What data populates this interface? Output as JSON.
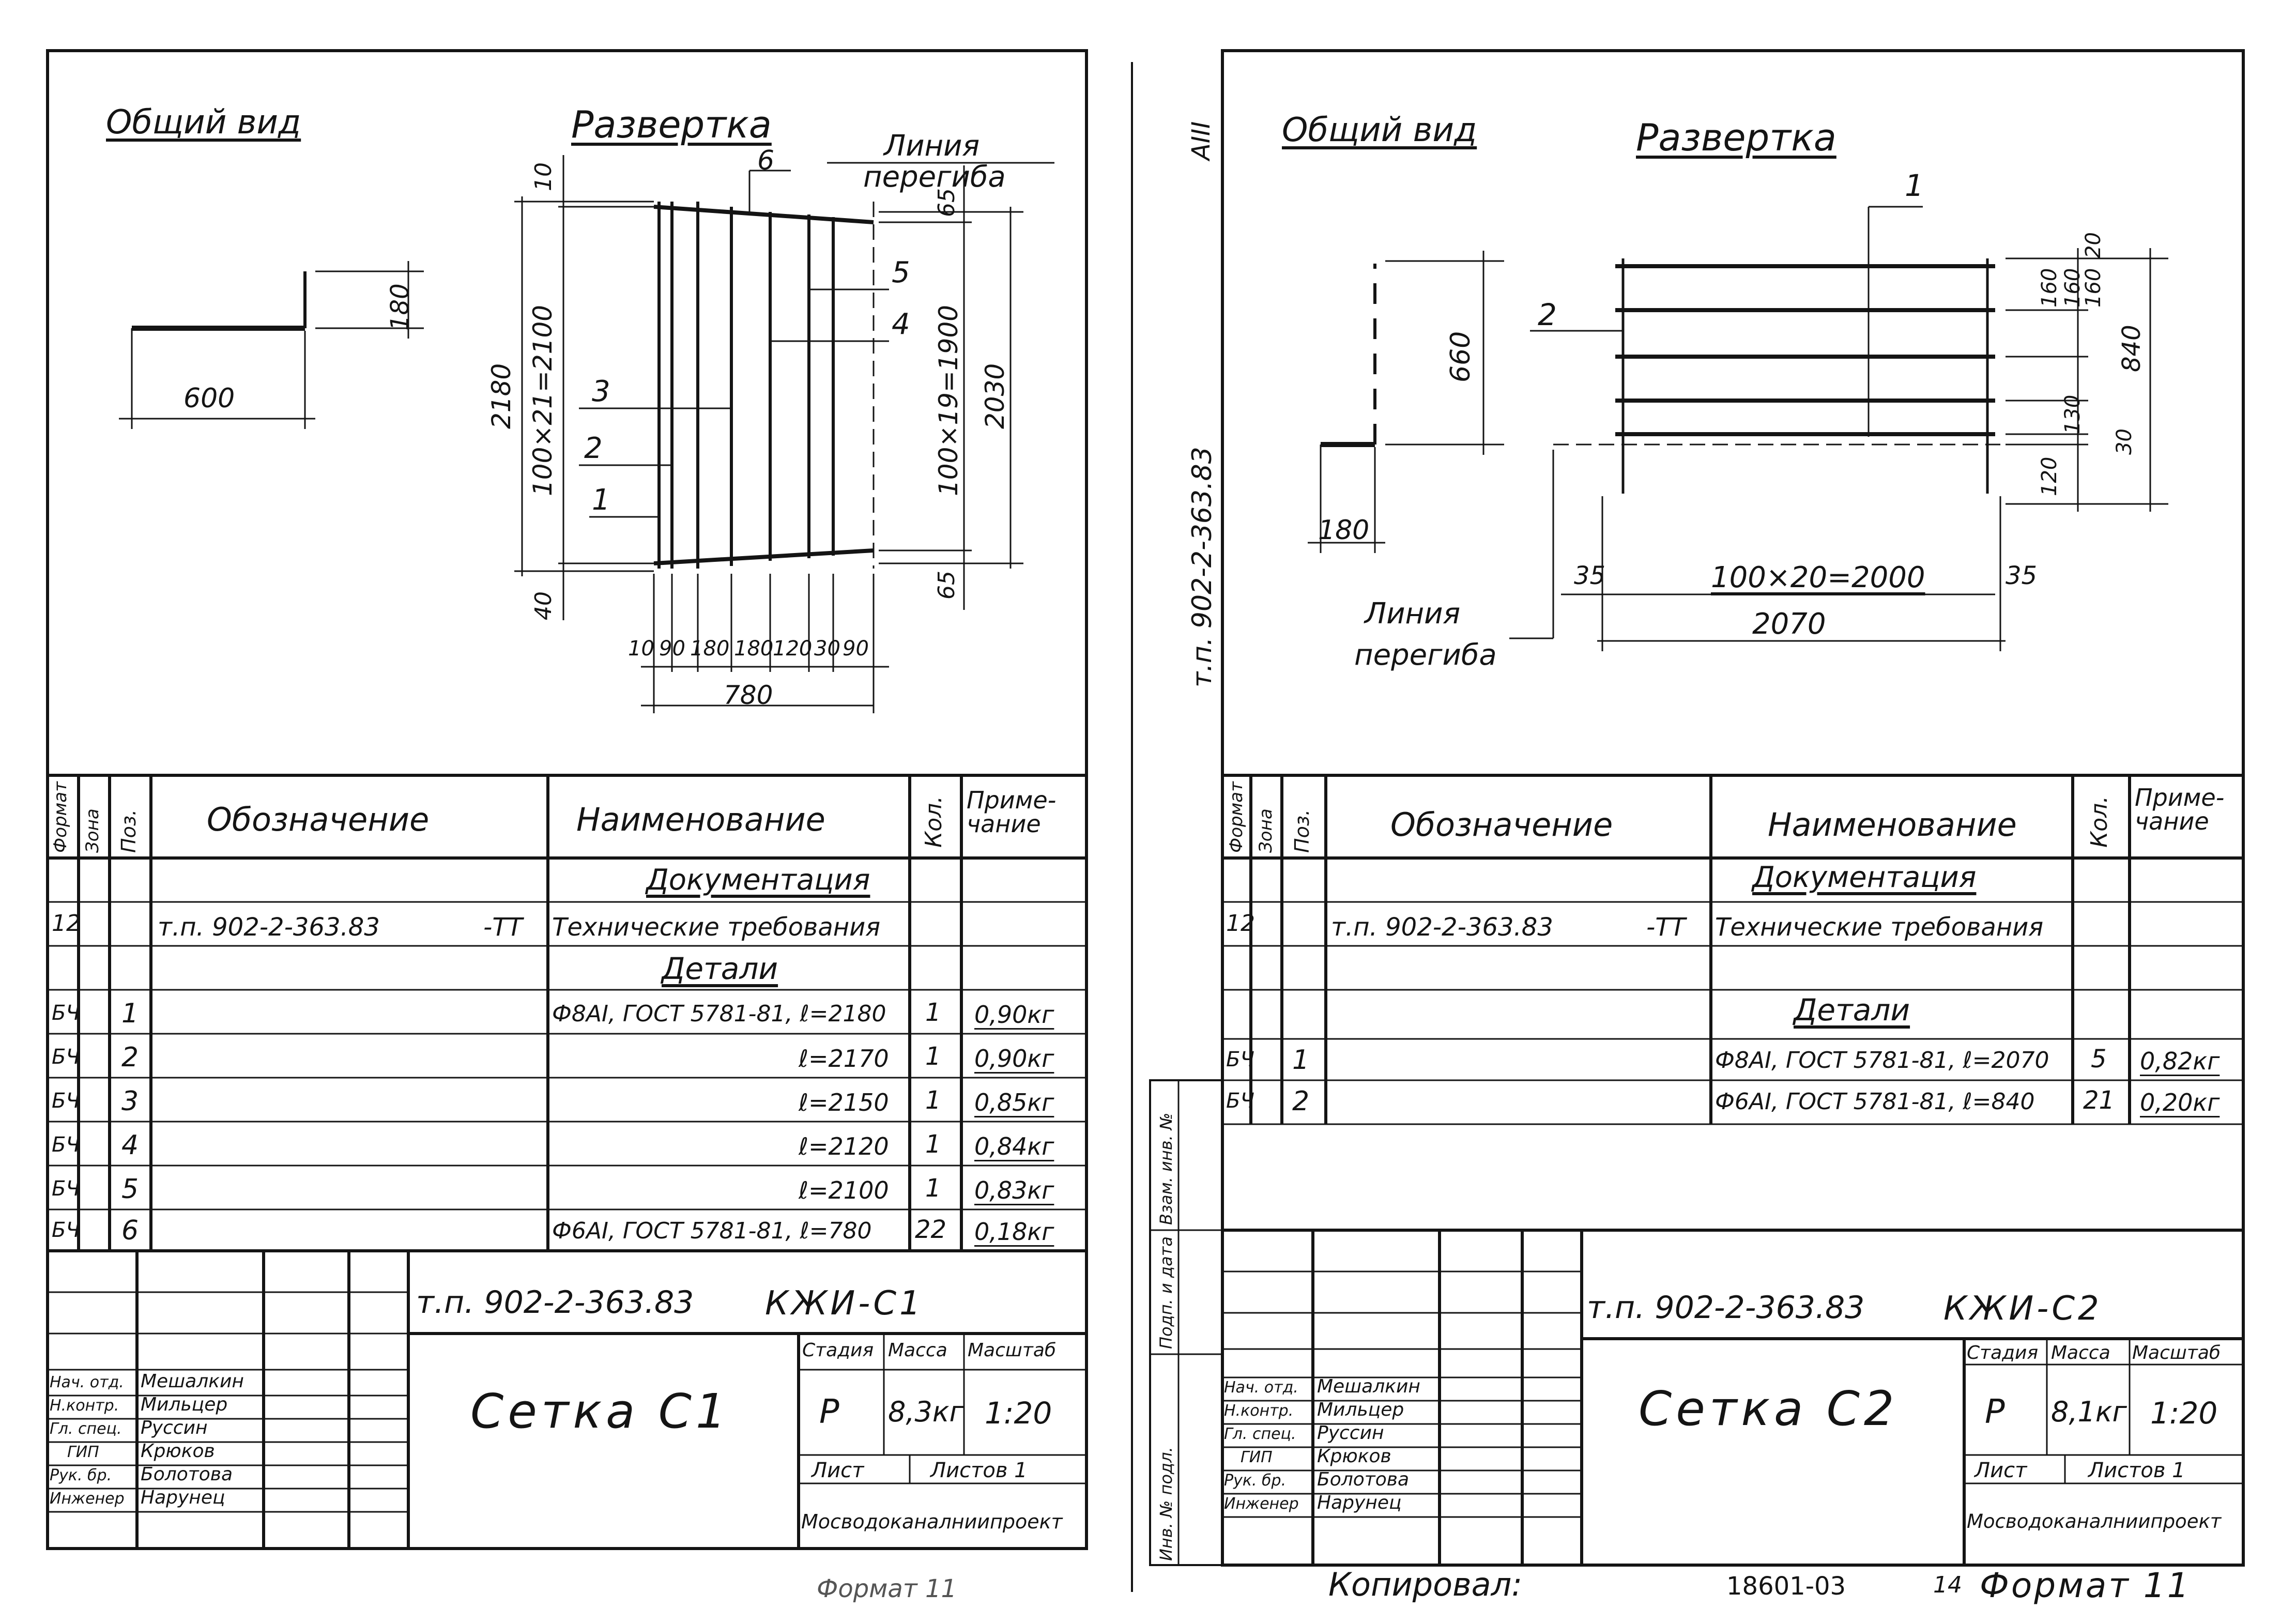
{
  "common": {
    "general_view": "Общий вид",
    "development": "Развертка",
    "bend_line_1": "Линия",
    "bend_line_2": "перегиба",
    "table_headers": {
      "format": "Формат",
      "zone": "Зона",
      "pos": "Поз.",
      "designation": "Обозначение",
      "name": "Наименование",
      "qty": "Кол.",
      "note": "Приме-чание"
    },
    "section_docs": "Документация",
    "section_details": "Детали",
    "title_roles": [
      "Нач. отд.",
      "Н.контр.",
      "Гл. спец.",
      "ГИП",
      "Рук. бр.",
      "Инженер"
    ],
    "title_names": [
      "Мешалкин",
      "Мильцер",
      "Руссин",
      "Крюков",
      "Болотова",
      "Нарунец"
    ],
    "stage_label": "Стадия",
    "mass_label": "Масса",
    "scale_label": "Масштаб",
    "sheet_label": "Лист",
    "sheets_label": "Листов 1",
    "org": "Мосводоканалниипроект",
    "format_label": "Формат 11"
  },
  "left": {
    "view_dims": {
      "height": "180",
      "width": "600"
    },
    "dev_dims": {
      "top": "10",
      "bottom": "40",
      "vertical_chain": "100×21=2100",
      "total_h": "2180",
      "right_top": "65",
      "right_bottom": "65",
      "right_chain": "100×19=1900",
      "right_total": "2030",
      "bottom_chain": [
        "10",
        "90",
        "180",
        "180",
        "120",
        "30",
        "90"
      ],
      "bottom_total": "780"
    },
    "callouts": [
      "6",
      "5",
      "4",
      "3",
      "2",
      "1"
    ],
    "doc_row": {
      "fmt": "12",
      "designation": "т.п. 902-2-363.83",
      "suffix": "-ТТ",
      "name": "Технические требования"
    },
    "rows": [
      {
        "fmt": "БЧ",
        "pos": "1",
        "name": "Ф8АI, ГОСТ 5781-81, ℓ=2180",
        "qty": "1",
        "note": "0,90кг"
      },
      {
        "fmt": "БЧ",
        "pos": "2",
        "name": "ℓ=2170",
        "qty": "1",
        "note": "0,90кг"
      },
      {
        "fmt": "БЧ",
        "pos": "3",
        "name": "ℓ=2150",
        "qty": "1",
        "note": "0,85кг"
      },
      {
        "fmt": "БЧ",
        "pos": "4",
        "name": "ℓ=2120",
        "qty": "1",
        "note": "0,84кг"
      },
      {
        "fmt": "БЧ",
        "pos": "5",
        "name": "ℓ=2100",
        "qty": "1",
        "note": "0,83кг"
      },
      {
        "fmt": "БЧ",
        "pos": "6",
        "name": "Ф6АI, ГОСТ 5781-81, ℓ=780",
        "qty": "22",
        "note": "0,18кг"
      }
    ],
    "doc_code": "т.п. 902-2-363.83",
    "drawing_code": "КЖИ-С1",
    "title": "Сетка С1",
    "stage": "Р",
    "mass": "8,3кг",
    "scale": "1:20"
  },
  "right": {
    "sheet_mark": "АIII",
    "side_code": "т.п. 902-2-363.83",
    "side_inv": "Инв. № подл.",
    "side_sign": "Подп. и дата",
    "side_swap": "Взам. инв. №",
    "view_dims": {
      "height": "660",
      "width": "180"
    },
    "dev_dims": {
      "right_chain": [
        "20",
        "160",
        "160",
        "160",
        "130",
        "120"
      ],
      "right_30": "30",
      "right_total": "840",
      "left_margin": "35",
      "right_margin": "35",
      "chain": "100×20=2000",
      "total": "2070"
    },
    "callouts": [
      "1",
      "2"
    ],
    "doc_row": {
      "fmt": "12",
      "designation": "т.п. 902-2-363.83",
      "suffix": "-ТТ",
      "name": "Технические требования"
    },
    "rows": [
      {
        "fmt": "БЧ",
        "pos": "1",
        "name": "Ф8АI, ГОСТ 5781-81, ℓ=2070",
        "qty": "5",
        "note": "0,82кг"
      },
      {
        "fmt": "БЧ",
        "pos": "2",
        "name": "Ф6АI, ГОСТ 5781-81, ℓ=840",
        "qty": "21",
        "note": "0,20кг"
      }
    ],
    "doc_code": "т.п. 902-2-363.83",
    "drawing_code": "КЖИ-С2",
    "title": "Сетка С2",
    "stage": "Р",
    "mass": "8,1кг",
    "scale": "1:20",
    "copied": "Копировал:",
    "order_no": "18601-03",
    "page_no": "14"
  }
}
